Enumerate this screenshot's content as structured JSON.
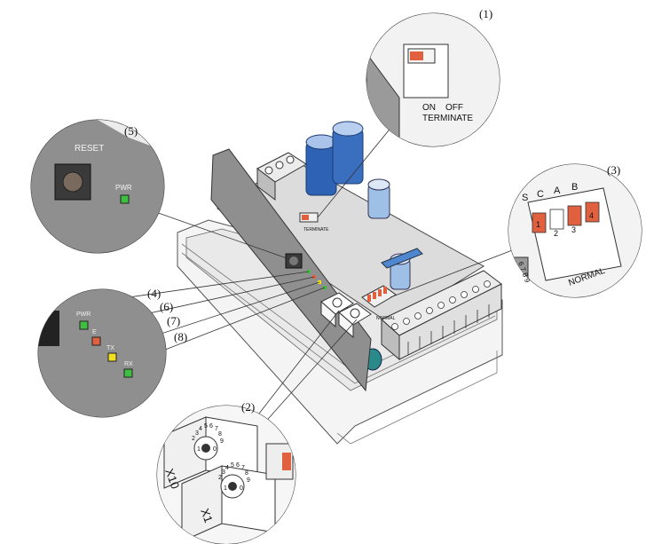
{
  "callouts": {
    "c1": "(1)",
    "c2": "(2)",
    "c3": "(3)",
    "c4": "(4)",
    "c5": "(5)",
    "c6": "(6)",
    "c7": "(7)",
    "c8": "(8)"
  },
  "terminate": {
    "on": "ON",
    "off": "OFF",
    "label": "TERMINATE"
  },
  "dip": {
    "letters": [
      "S",
      "C",
      "A",
      "B"
    ],
    "numbers": [
      "1",
      "2",
      "3",
      "4"
    ],
    "label": "NORMAL",
    "side_digits": "6 7 8 9"
  },
  "reset": {
    "label": "RESET",
    "pwr": "PWR"
  },
  "leds": {
    "pwr": "PWR",
    "e": "E",
    "tx": "TX",
    "rx": "RX"
  },
  "rotary": {
    "x10": "X10",
    "x1": "X1",
    "dial_digits": [
      "0",
      "1",
      "2",
      "3",
      "4",
      "5",
      "6",
      "7",
      "8",
      "9"
    ]
  },
  "colors": {
    "panel": "#8f8f8f",
    "board": "#dedede",
    "capacitor": "#3a6fc0",
    "red": "#e06040",
    "green": "#3fbf3f",
    "yellow": "#f0e020"
  }
}
